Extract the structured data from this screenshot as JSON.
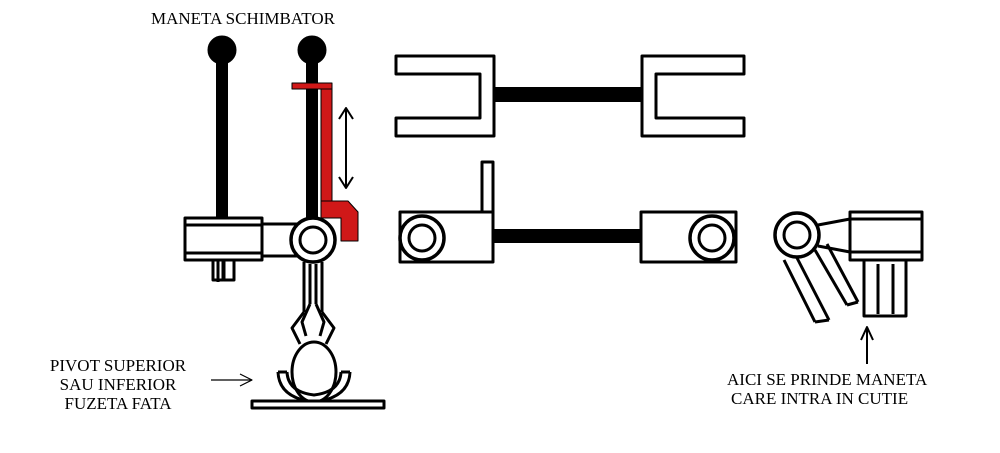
{
  "labels": {
    "title": "MANETA SCHIMBATOR",
    "pivot_lines": [
      "PIVOT SUPERIOR",
      "SAU INFERIOR",
      "FUZETA FATA"
    ],
    "note_lines": [
      "AICI SE PRINDE MANETA",
      "CARE INTRA IN CUTIE"
    ]
  },
  "colors": {
    "ink": "#000000",
    "highlight": "#d01818",
    "background": "#ffffff"
  }
}
